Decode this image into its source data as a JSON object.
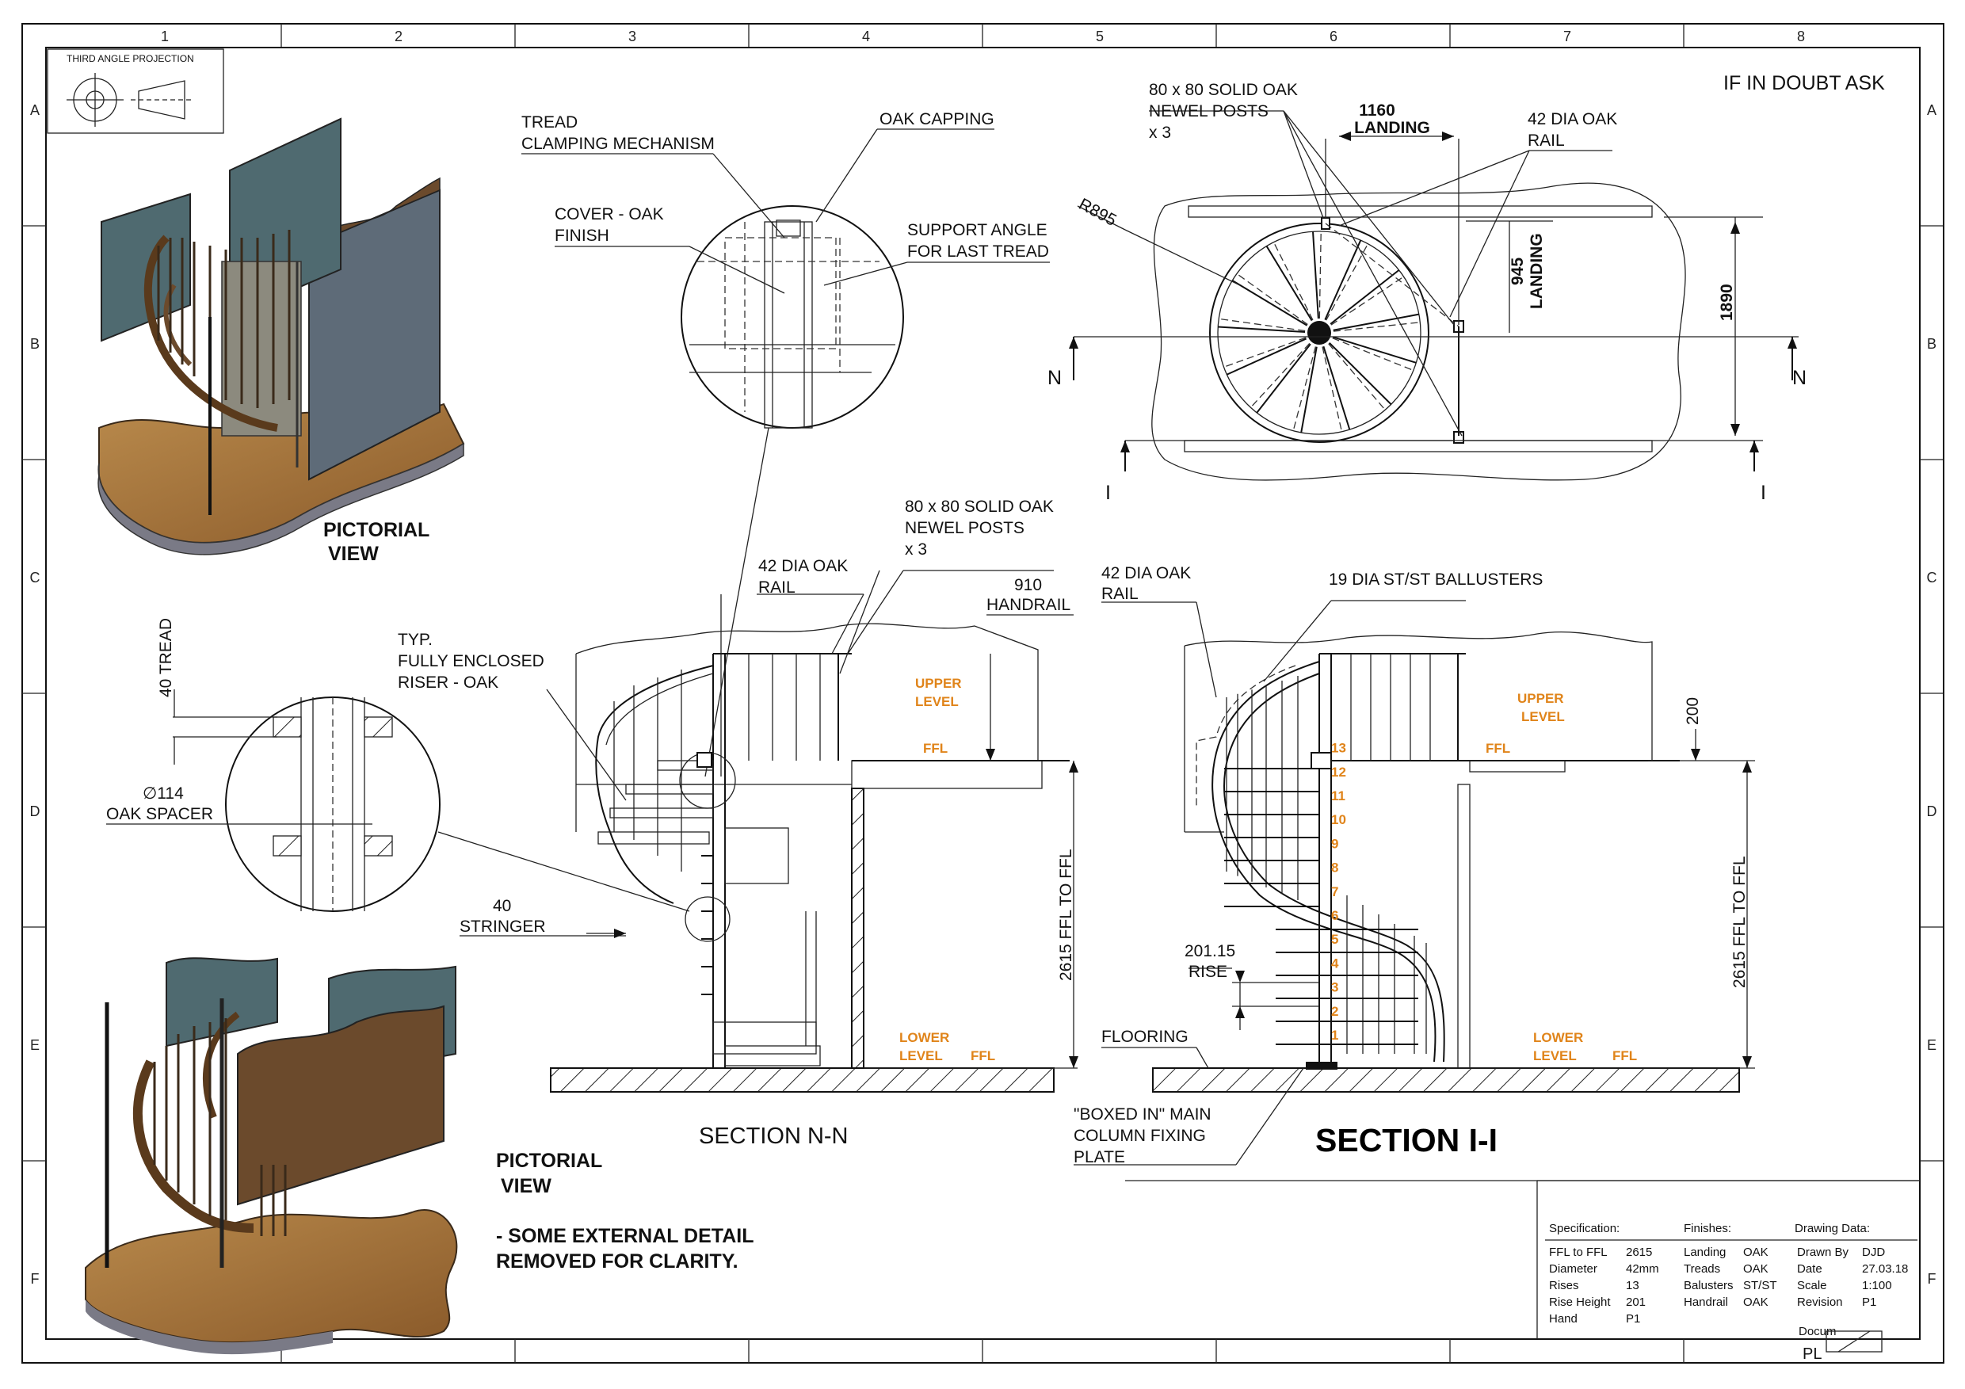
{
  "border": {
    "columns": [
      "1",
      "2",
      "3",
      "4",
      "5",
      "6",
      "7",
      "8"
    ],
    "rows": [
      "A",
      "B",
      "C",
      "D",
      "E",
      "F"
    ]
  },
  "projection_box": {
    "title": "THIRD ANGLE PROJECTION"
  },
  "notes": {
    "if_in_doubt": "IF IN DOUBT ASK"
  },
  "pictorial_top": {
    "line1": "PICTORIAL",
    "line2": "VIEW"
  },
  "pictorial_bottom": {
    "line1": "PICTORIAL",
    "line2": "VIEW",
    "note1": "- SOME EXTERNAL DETAIL",
    "note2": "REMOVED FOR CLARITY."
  },
  "detail_top": {
    "tread_clamping_1": "TREAD",
    "tread_clamping_2": "CLAMPING MECHANISM",
    "oak_capping": "OAK CAPPING",
    "cover_1": "COVER - OAK",
    "cover_2": "FINISH",
    "support_1": "SUPPORT ANGLE",
    "support_2": "FOR LAST TREAD"
  },
  "detail_left": {
    "tread_dim": "40 TREAD",
    "spacer_1": "∅114",
    "spacer_2": "OAK SPACER",
    "riser_1": "TYP.",
    "riser_2": "FULLY ENCLOSED",
    "riser_3": "RISER - OAK",
    "stringer_1": "40",
    "stringer_2": "STRINGER"
  },
  "plan": {
    "newel_1": "80 x 80 SOLID OAK",
    "newel_2": "NEWEL POSTS",
    "newel_3": "x 3",
    "landing_w_1": "1160",
    "landing_w_2": "LANDING",
    "rail_1": "42 DIA OAK",
    "rail_2": "RAIL",
    "radius": "R895",
    "landing_d_1": "945",
    "landing_d_2": "LANDING",
    "overall": "1890",
    "cut_n": "N",
    "cut_i": "I"
  },
  "section_nn": {
    "title": "SECTION N-N",
    "newel_1": "80 x 80 SOLID OAK",
    "newel_2": "NEWEL POSTS",
    "newel_3": "x 3",
    "rail_1": "42 DIA OAK",
    "rail_2": "RAIL",
    "handrail_1": "910",
    "handrail_2": "HANDRAIL",
    "upper_1": "UPPER",
    "upper_2": "LEVEL",
    "ffl": "FFL",
    "lower_1": "LOWER",
    "lower_2": "LEVEL",
    "height": "2615 FFL TO FFL"
  },
  "section_ii": {
    "title": "SECTION I-I",
    "rail_1": "42 DIA OAK",
    "rail_2": "RAIL",
    "balusters": "19 DIA ST/ST BALLUSTERS",
    "upper_1": "UPPER",
    "upper_2": "LEVEL",
    "ffl": "FFL",
    "lower_1": "LOWER",
    "lower_2": "LEVEL",
    "dim_200": "200",
    "height": "2615 FFL TO FFL",
    "rise_1": "201.15",
    "rise_2": "RISE",
    "flooring": "FLOORING",
    "boxed_1": "\"BOXED IN\" MAIN",
    "boxed_2": "COLUMN FIXING",
    "boxed_3": "PLATE",
    "step_numbers": [
      "1",
      "2",
      "3",
      "4",
      "5",
      "6",
      "7",
      "8",
      "9",
      "10",
      "11",
      "12",
      "13"
    ]
  },
  "title_block": {
    "spec_header": "Specification:",
    "finish_header": "Finishes:",
    "data_header": "Drawing Data:",
    "spec_rows": [
      {
        "label": "FFL to FFL",
        "value": "2615"
      },
      {
        "label": "Diameter",
        "value": "42mm"
      },
      {
        "label": "Rises",
        "value": "13"
      },
      {
        "label": "Rise Height",
        "value": "201"
      },
      {
        "label": "Hand",
        "value": "P1"
      }
    ],
    "finish_rows": [
      {
        "label": "Landing",
        "value": "OAK"
      },
      {
        "label": "Treads",
        "value": "OAK"
      },
      {
        "label": "Balusters",
        "value": "ST/ST"
      },
      {
        "label": "Handrail",
        "value": "OAK"
      }
    ],
    "data_rows": [
      {
        "label": "Drawn By",
        "value": "DJD"
      },
      {
        "label": "Date",
        "value": "27.03.18"
      },
      {
        "label": "Scale",
        "value": "1:100"
      },
      {
        "label": "Revision",
        "value": "P1"
      }
    ],
    "doc_1": "Docum",
    "doc_2": "PL"
  }
}
